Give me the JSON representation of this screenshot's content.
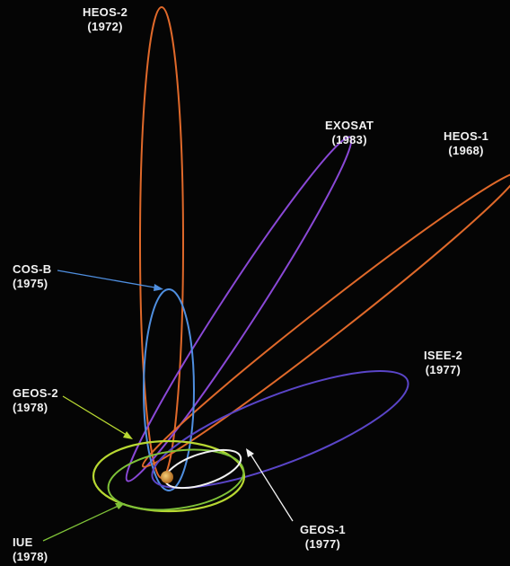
{
  "colors": {
    "background": "#050505",
    "heos": "#e0692a",
    "exosat": "#8a48d6",
    "cosb": "#4f8fe0",
    "isee": "#5a45c8",
    "geos2": "#b8d832",
    "iue": "#7fc238",
    "geos1": "#f2f2f2",
    "earth": "#e3a43a",
    "label_text": "#f2f2f2"
  },
  "missions": [
    {
      "key": "heos2",
      "name": "HEOS-2",
      "year": "(1972)"
    },
    {
      "key": "exosat",
      "name": "EXOSAT",
      "year": "(1983)"
    },
    {
      "key": "heos1",
      "name": "HEOS-1",
      "year": "(1968)"
    },
    {
      "key": "cosb",
      "name": "COS-B",
      "year": "(1975)"
    },
    {
      "key": "isee2",
      "name": "ISEE-2",
      "year": "(1977)"
    },
    {
      "key": "geos2",
      "name": "GEOS-2",
      "year": "(1978)"
    },
    {
      "key": "geos1",
      "name": "GEOS-1",
      "year": "(1977)"
    },
    {
      "key": "iue",
      "name": "IUE",
      "year": "(1978)"
    }
  ]
}
